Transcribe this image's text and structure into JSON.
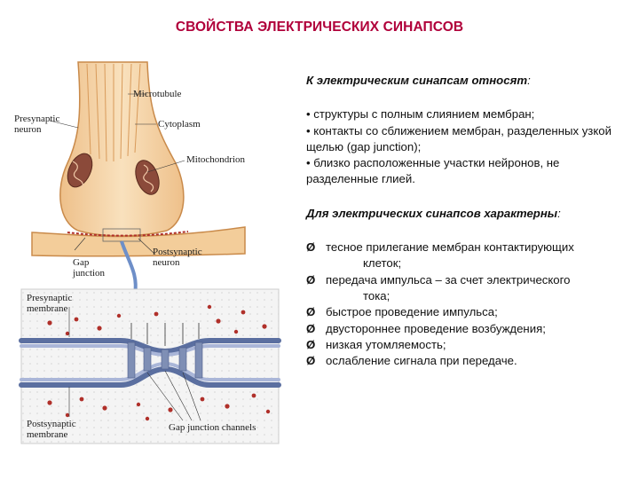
{
  "title": "СВОЙСТВА ЭЛЕКТРИЧЕСКИХ СИНАПСОВ",
  "figure_labels": {
    "microtubule": "Microtubule",
    "presynaptic_neuron_1": "Presynaptic",
    "presynaptic_neuron_2": "neuron",
    "cytoplasm": "Cytoplasm",
    "mitochondrion": "Mitochondrion",
    "postsynaptic_neuron_1": "Postsynaptic",
    "postsynaptic_neuron_2": "neuron",
    "gap_junction_1": "Gap",
    "gap_junction_2": "junction",
    "presynaptic_membrane_1": "Presynaptic",
    "presynaptic_membrane_2": "membrane",
    "postsynaptic_membrane_1": "Postsynaptic",
    "postsynaptic_membrane_2": "membrane",
    "gap_junction_channels": "Gap junction channels"
  },
  "section1": {
    "heading": "К электрическим синапсам относят",
    "colon": ":",
    "items": [
      "• структуры с полным слиянием мембран;",
      "• контакты со сближением мембран, разделенных узкой щелью (gap junction);",
      "• близко расположенные участки нейронов, не разделенные глией."
    ]
  },
  "section2": {
    "heading": "Для электрических  синапсов характерны",
    "colon": ":",
    "marker": "Ø",
    "items": [
      {
        "main": "тесное прилегание мембран контактирующих",
        "cont": "клеток;"
      },
      {
        "main": "передача импульса – за счет электрического",
        "cont": "тока;"
      },
      {
        "main": "быстрое проведение импульса;",
        "cont": ""
      },
      {
        "main": "двустороннее проведение возбуждения;",
        "cont": ""
      },
      {
        "main": "низкая утомляемость;",
        "cont": ""
      },
      {
        "main": "ослабление сигнала при передаче.",
        "cont": ""
      }
    ]
  },
  "colors": {
    "title": "#b0003a",
    "cell": "#f6d7a8",
    "cell_edge": "#c98a4a",
    "membrane": "#7f8fb5",
    "vesicle": "#b0302a",
    "arrow": "#6e8fc8"
  }
}
